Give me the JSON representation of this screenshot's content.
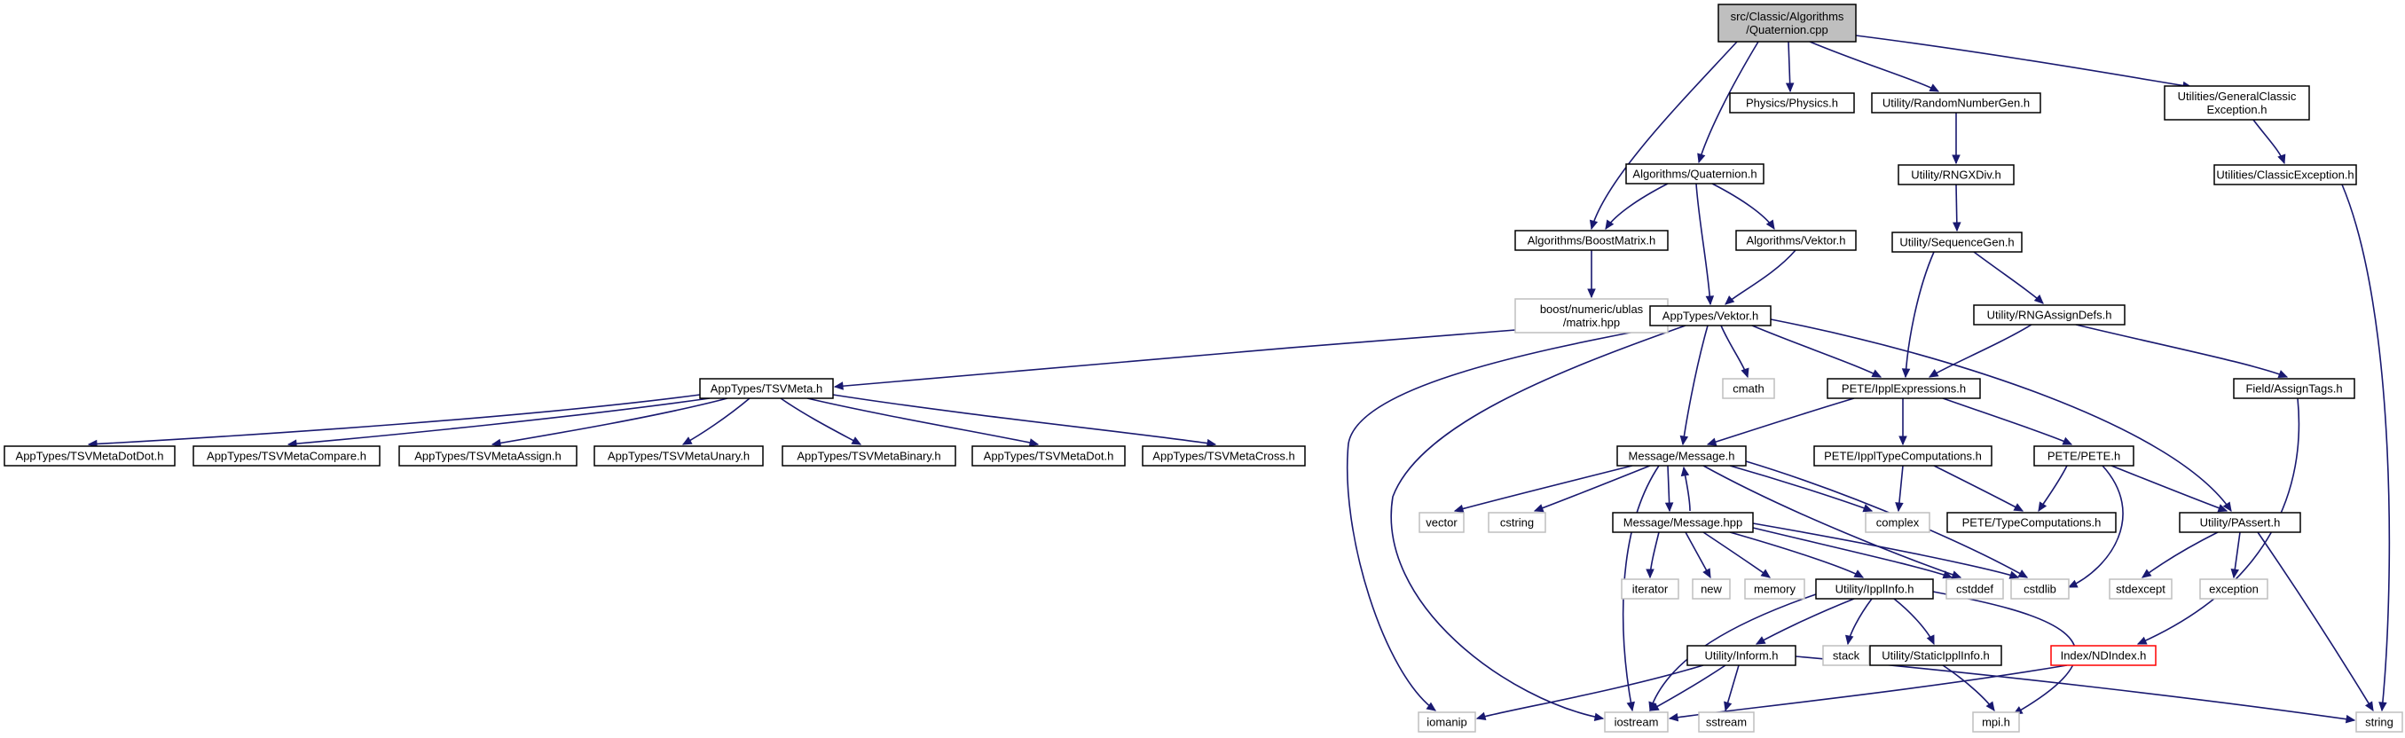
{
  "colors": {
    "edge": "#191970",
    "root_fill": "#bfbfbf",
    "sys_border": "#bfbfbf",
    "doc_border": "#000000",
    "missing_border": "#ff0000"
  },
  "nodes": [
    {
      "id": "quat_cpp",
      "kind": "root",
      "lines": [
        "src/Classic/Algorithms",
        "/Quaternion.cpp"
      ]
    },
    {
      "id": "boostmatrix",
      "kind": "doc",
      "lines": [
        "Algorithms/BoostMatrix.h"
      ]
    },
    {
      "id": "algo_quat",
      "kind": "doc",
      "lines": [
        "Algorithms/Quaternion.h"
      ]
    },
    {
      "id": "physics",
      "kind": "doc",
      "lines": [
        "Physics/Physics.h"
      ]
    },
    {
      "id": "rng",
      "kind": "doc",
      "lines": [
        "Utility/RandomNumberGen.h"
      ]
    },
    {
      "id": "gce",
      "kind": "doc",
      "lines": [
        "Utilities/GeneralClassic",
        "Exception.h"
      ]
    },
    {
      "id": "ublas",
      "kind": "sys",
      "lines": [
        "boost/numeric/ublas",
        "/matrix.hpp"
      ]
    },
    {
      "id": "algo_vektor",
      "kind": "doc",
      "lines": [
        "Algorithms/Vektor.h"
      ]
    },
    {
      "id": "app_vektor",
      "kind": "doc",
      "lines": [
        "AppTypes/Vektor.h"
      ]
    },
    {
      "id": "rngxdiv",
      "kind": "doc",
      "lines": [
        "Utility/RNGXDiv.h"
      ]
    },
    {
      "id": "seqgen",
      "kind": "doc",
      "lines": [
        "Utility/SequenceGen.h"
      ]
    },
    {
      "id": "rngassign",
      "kind": "doc",
      "lines": [
        "Utility/RNGAssignDefs.h"
      ]
    },
    {
      "id": "classicexc",
      "kind": "doc",
      "lines": [
        "Utilities/ClassicException.h"
      ]
    },
    {
      "id": "tsvmeta",
      "kind": "doc",
      "lines": [
        "AppTypes/TSVMeta.h"
      ]
    },
    {
      "id": "cmath",
      "kind": "sys",
      "lines": [
        "cmath"
      ]
    },
    {
      "id": "ipplexpr",
      "kind": "doc",
      "lines": [
        "PETE/IpplExpressions.h"
      ]
    },
    {
      "id": "assigntags",
      "kind": "doc",
      "lines": [
        "Field/AssignTags.h"
      ]
    },
    {
      "id": "tsv_dotdot",
      "kind": "doc",
      "lines": [
        "AppTypes/TSVMetaDotDot.h"
      ]
    },
    {
      "id": "tsv_compare",
      "kind": "doc",
      "lines": [
        "AppTypes/TSVMetaCompare.h"
      ]
    },
    {
      "id": "tsv_assign",
      "kind": "doc",
      "lines": [
        "AppTypes/TSVMetaAssign.h"
      ]
    },
    {
      "id": "tsv_unary",
      "kind": "doc",
      "lines": [
        "AppTypes/TSVMetaUnary.h"
      ]
    },
    {
      "id": "tsv_binary",
      "kind": "doc",
      "lines": [
        "AppTypes/TSVMetaBinary.h"
      ]
    },
    {
      "id": "tsv_dot",
      "kind": "doc",
      "lines": [
        "AppTypes/TSVMetaDot.h"
      ]
    },
    {
      "id": "tsv_cross",
      "kind": "doc",
      "lines": [
        "AppTypes/TSVMetaCross.h"
      ]
    },
    {
      "id": "message_h",
      "kind": "doc",
      "lines": [
        "Message/Message.h"
      ]
    },
    {
      "id": "ippltype",
      "kind": "doc",
      "lines": [
        "PETE/IpplTypeComputations.h"
      ]
    },
    {
      "id": "pete",
      "kind": "doc",
      "lines": [
        "PETE/PETE.h"
      ]
    },
    {
      "id": "vector",
      "kind": "sys",
      "lines": [
        "vector"
      ]
    },
    {
      "id": "cstring",
      "kind": "sys",
      "lines": [
        "cstring"
      ]
    },
    {
      "id": "message_hpp",
      "kind": "doc",
      "lines": [
        "Message/Message.hpp"
      ]
    },
    {
      "id": "complex",
      "kind": "sys",
      "lines": [
        "complex"
      ]
    },
    {
      "id": "typecomp",
      "kind": "doc",
      "lines": [
        "PETE/TypeComputations.h"
      ]
    },
    {
      "id": "passert",
      "kind": "doc",
      "lines": [
        "Utility/PAssert.h"
      ]
    },
    {
      "id": "iterator",
      "kind": "sys",
      "lines": [
        "iterator"
      ]
    },
    {
      "id": "new",
      "kind": "sys",
      "lines": [
        "new"
      ]
    },
    {
      "id": "memory",
      "kind": "sys",
      "lines": [
        "memory"
      ]
    },
    {
      "id": "ipplinfo",
      "kind": "doc",
      "lines": [
        "Utility/IpplInfo.h"
      ]
    },
    {
      "id": "cstddef",
      "kind": "sys",
      "lines": [
        "cstddef"
      ]
    },
    {
      "id": "cstdlib",
      "kind": "sys",
      "lines": [
        "cstdlib"
      ]
    },
    {
      "id": "stdexcept",
      "kind": "sys",
      "lines": [
        "stdexcept"
      ]
    },
    {
      "id": "exception",
      "kind": "sys",
      "lines": [
        "exception"
      ]
    },
    {
      "id": "inform",
      "kind": "doc",
      "lines": [
        "Utility/Inform.h"
      ]
    },
    {
      "id": "stack",
      "kind": "sys",
      "lines": [
        "stack"
      ]
    },
    {
      "id": "staticippl",
      "kind": "doc",
      "lines": [
        "Utility/StaticIpplInfo.h"
      ]
    },
    {
      "id": "ndindex",
      "kind": "missing",
      "lines": [
        "Index/NDIndex.h"
      ]
    },
    {
      "id": "iomanip",
      "kind": "sys",
      "lines": [
        "iomanip"
      ]
    },
    {
      "id": "iostream",
      "kind": "sys",
      "lines": [
        "iostream"
      ]
    },
    {
      "id": "sstream",
      "kind": "sys",
      "lines": [
        "sstream"
      ]
    },
    {
      "id": "mpi",
      "kind": "sys",
      "lines": [
        "mpi.h"
      ]
    },
    {
      "id": "string",
      "kind": "sys",
      "lines": [
        "string"
      ]
    }
  ]
}
